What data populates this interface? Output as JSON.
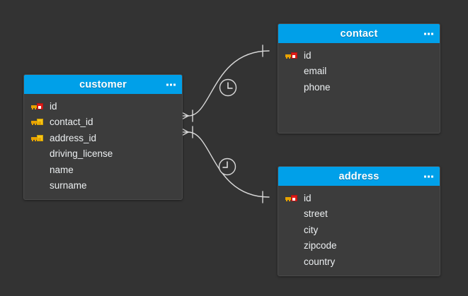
{
  "diagram": {
    "type": "entity-relationship-diagram",
    "background_color": "#333333",
    "entity_body_color": "#3c3c3c",
    "entity_header_color": "#00a0e9",
    "connector_color": "#d8d8d8",
    "primary_key_color": "#e01b18",
    "foreign_key_color": "#f5c518"
  },
  "entities": [
    {
      "name": "customer",
      "menu_icon": "ellipsis-icon",
      "fields": [
        {
          "name": "id",
          "key": "primary",
          "icon": "primary-key-icon"
        },
        {
          "name": "contact_id",
          "key": "foreign",
          "icon": "foreign-key-icon"
        },
        {
          "name": "address_id",
          "key": "foreign",
          "icon": "foreign-key-icon"
        },
        {
          "name": "driving_license",
          "key": "none",
          "icon": ""
        },
        {
          "name": "name",
          "key": "none",
          "icon": ""
        },
        {
          "name": "surname",
          "key": "none",
          "icon": ""
        }
      ]
    },
    {
      "name": "contact",
      "menu_icon": "ellipsis-icon",
      "fields": [
        {
          "name": "id",
          "key": "primary",
          "icon": "primary-key-icon"
        },
        {
          "name": "email",
          "key": "none",
          "icon": ""
        },
        {
          "name": "phone",
          "key": "none",
          "icon": ""
        }
      ]
    },
    {
      "name": "address",
      "menu_icon": "ellipsis-icon",
      "fields": [
        {
          "name": "id",
          "key": "primary",
          "icon": "primary-key-icon"
        },
        {
          "name": "street",
          "key": "none",
          "icon": ""
        },
        {
          "name": "city",
          "key": "none",
          "icon": ""
        },
        {
          "name": "zipcode",
          "key": "none",
          "icon": ""
        },
        {
          "name": "country",
          "key": "none",
          "icon": ""
        }
      ]
    }
  ],
  "relationships": [
    {
      "id": "customer-contact",
      "from_entity": "customer",
      "from_cardinality": "many",
      "to_entity": "contact",
      "to_cardinality": "one",
      "badge_icon": "one-to-many-badge-icon"
    },
    {
      "id": "customer-address",
      "from_entity": "customer",
      "from_cardinality": "many",
      "to_entity": "address",
      "to_cardinality": "one",
      "badge_icon": "many-to-one-badge-icon"
    }
  ]
}
